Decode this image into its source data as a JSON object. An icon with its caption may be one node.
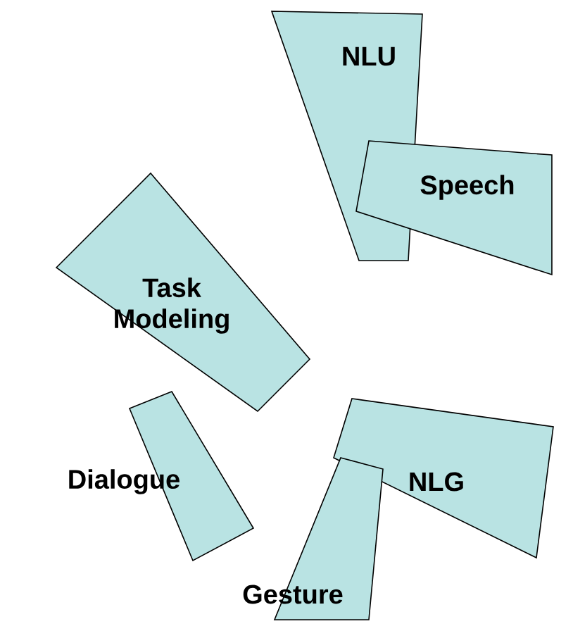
{
  "diagram": {
    "nodes": [
      {
        "text": [
          "NLU"
        ]
      },
      {
        "text": [
          "Speech"
        ]
      },
      {
        "text": [
          "Task Modeling"
        ]
      },
      {
        "text": [
          "Dialogue"
        ]
      },
      {
        "text": [
          "NLG"
        ]
      },
      {
        "text": [
          "Gesture"
        ]
      }
    ]
  }
}
